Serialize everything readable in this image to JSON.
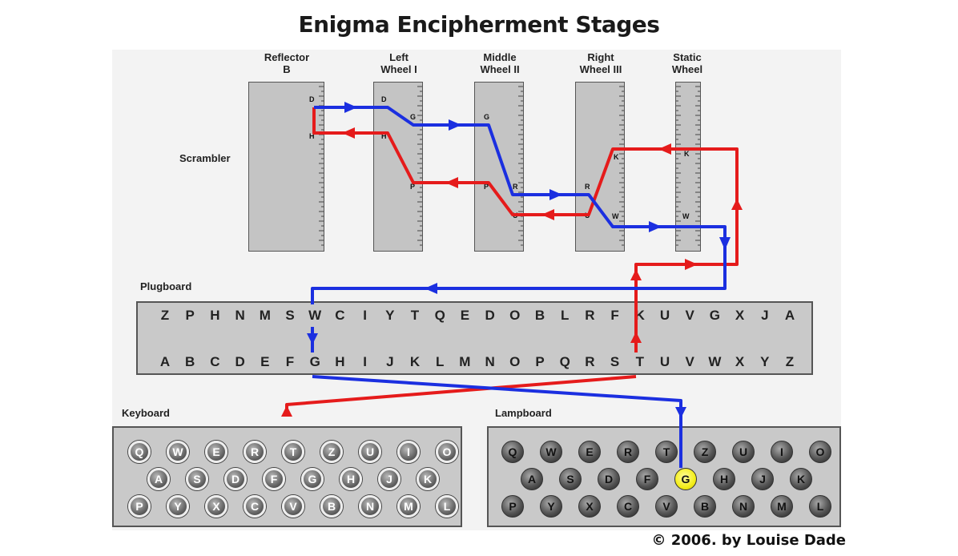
{
  "title": "Enigma Encipherment Stages",
  "wheels": [
    {
      "label_line1": "Reflector",
      "label_line2": "B"
    },
    {
      "label_line1": "Left",
      "label_line2": "Wheel I"
    },
    {
      "label_line1": "Middle",
      "label_line2": "Wheel II"
    },
    {
      "label_line1": "Right",
      "label_line2": "Wheel III"
    },
    {
      "label_line1": "Static",
      "label_line2": "Wheel"
    }
  ],
  "wheel_contacts": {
    "reflector": [
      "D",
      "H"
    ],
    "left": [
      "D",
      "G",
      "H",
      "P"
    ],
    "middle": [
      "G",
      "P",
      "R",
      "U"
    ],
    "right": [
      "K",
      "R",
      "U",
      "W"
    ],
    "static": [
      "K",
      "W"
    ]
  },
  "scrambler_label": "Scrambler",
  "plugboard_label": "Plugboard",
  "plugboard_top": [
    "Z",
    "P",
    "H",
    "N",
    "M",
    "S",
    "W",
    "C",
    "I",
    "Y",
    "T",
    "Q",
    "E",
    "D",
    "O",
    "B",
    "L",
    "R",
    "F",
    "K",
    "U",
    "V",
    "G",
    "X",
    "J",
    "A"
  ],
  "plugboard_bottom": [
    "A",
    "B",
    "C",
    "D",
    "E",
    "F",
    "G",
    "H",
    "I",
    "J",
    "K",
    "L",
    "M",
    "N",
    "O",
    "P",
    "Q",
    "R",
    "S",
    "T",
    "U",
    "V",
    "W",
    "X",
    "Y",
    "Z"
  ],
  "keyboard_label": "Keyboard",
  "lampboard_label": "Lampboard",
  "key_rows": [
    [
      "Q",
      "W",
      "E",
      "R",
      "T",
      "Z",
      "U",
      "I",
      "O"
    ],
    [
      "A",
      "S",
      "D",
      "F",
      "G",
      "H",
      "J",
      "K"
    ],
    [
      "P",
      "Y",
      "X",
      "C",
      "V",
      "B",
      "N",
      "M",
      "L"
    ]
  ],
  "lit_lamp": "G",
  "pressed_key": "T",
  "colors": {
    "forward_path": "#1b2fe0",
    "return_path": "#e51b1b",
    "lamp_lit": "#f4ee1a"
  },
  "copyright": "© 2006. by Louise Dade"
}
